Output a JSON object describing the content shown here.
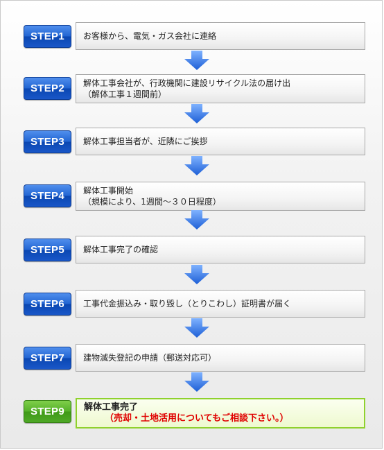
{
  "steps": [
    {
      "label": "STEP1",
      "lines": [
        "お客様から、電気・ガス会社に連絡"
      ]
    },
    {
      "label": "STEP2",
      "lines": [
        "解体工事会社が、行政機関に建設リサイクル法の届け出",
        "（解体工事１週間前）"
      ]
    },
    {
      "label": "STEP3",
      "lines": [
        "解体工事担当者が、近隣にご挨拶"
      ]
    },
    {
      "label": "STEP4",
      "lines": [
        "解体工事開始",
        "（規模により、1週間～３０日程度）"
      ]
    },
    {
      "label": "STEP5",
      "lines": [
        "解体工事完了の確認"
      ]
    },
    {
      "label": "STEP6",
      "lines": [
        "工事代金振込み・取り毀し（とりこわし）証明書が届く"
      ]
    },
    {
      "label": "STEP7",
      "lines": [
        "建物滅失登記の申請（郵送対応可）"
      ]
    }
  ],
  "final_step": {
    "label": "STEP9",
    "line1": "解体工事完了",
    "line2": "（売却・土地活用についてもご相談下さい。）"
  },
  "colors": {
    "badge_blue": "#2366d3",
    "badge_green": "#56b22a",
    "arrow_blue": "#2d6fe0",
    "final_border": "#8fd12d",
    "final_note": "#e00000"
  }
}
